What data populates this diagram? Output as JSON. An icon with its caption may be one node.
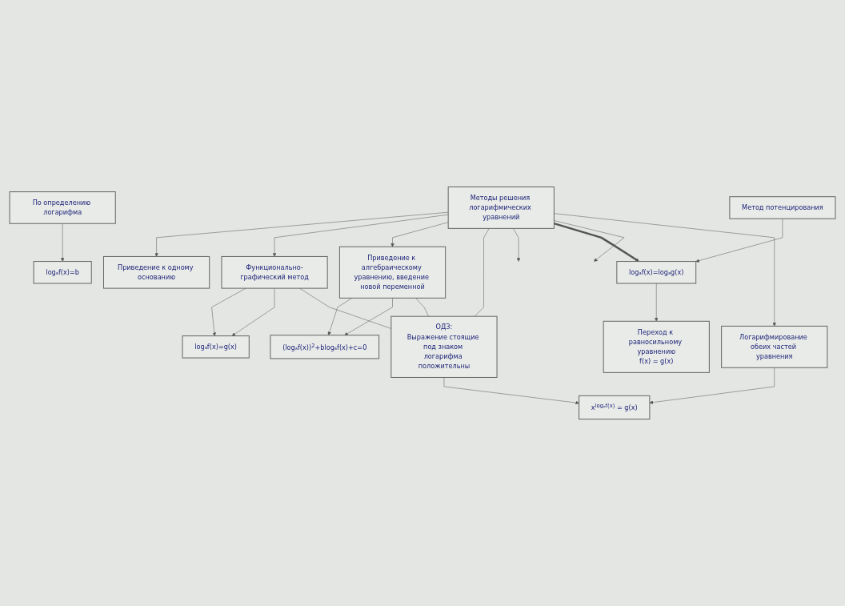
{
  "diagram": {
    "nodes": [
      {
        "text": [
          "По определению логарифма"
        ]
      },
      {
        "text": [
          "logₐf(x)=b"
        ]
      },
      {
        "text": [
          "x$^{logₐf(x)}$ = g(x)"
        ]
      },
      {
        "text": [
          "Логарифмирование обеих частей уравнения"
        ]
      },
      {
        "text": [
          "Метод потенцирования"
        ]
      },
      {
        "text": [
          "logₐf(x)=logₐg(x)"
        ]
      },
      {
        "text": [
          "Переход к равносильному уравнению",
          "f(x) = g(x)"
        ]
      },
      {
        "text": [
          "Методы решения логарифмических уравнений"
        ]
      },
      {
        "text": [
          "ОДЗ:",
          "Выражение стоящие под знаком логарифма положительны"
        ]
      },
      {
        "text": [
          "Приведение к одному основанию"
        ]
      },
      {
        "text": [
          "Функционально-графический метод"
        ]
      },
      {
        "text": [
          "Приведение к алгебраическому уравнению, введение новой переменной"
        ]
      },
      {
        "text": [
          "logₐf(x)=g(x)"
        ]
      },
      {
        "text": [
          "(logₐf(x))$^{2}$+blogₐf(x)+c=0"
        ]
      }
    ],
    "edges": [
      {
        "from": 0,
        "to": 1,
        "arrow": "to"
      },
      {
        "from": 3,
        "to": 2,
        "arrow": "to"
      },
      {
        "from": 4,
        "to": 5,
        "arrow": "to"
      },
      {
        "from": 5,
        "to": 6,
        "arrow": "to"
      },
      {
        "from": 7,
        "to": 3,
        "arrow": "to"
      },
      {
        "from": 7,
        "to": null,
        "arrow": "to"
      },
      {
        "from": 8,
        "to": 2,
        "arrow": "to"
      },
      {
        "from": 7,
        "to": 5,
        "arrow": "to",
        "style": "thick"
      },
      {
        "from": 7,
        "to": null,
        "arrow": "to"
      },
      {
        "from": 8,
        "to": 7,
        "arrow": "none"
      },
      {
        "from": 7,
        "to": 11,
        "arrow": "to"
      },
      {
        "from": 7,
        "to": 10,
        "arrow": "to"
      },
      {
        "from": 7,
        "to": 9,
        "arrow": "to"
      },
      {
        "from": 8,
        "to": 11,
        "arrow": "none"
      },
      {
        "from": 8,
        "to": 10,
        "arrow": "none"
      },
      {
        "from": 10,
        "to": 12,
        "arrow": "to"
      },
      {
        "from": 10,
        "to": 12,
        "arrow": "to"
      },
      {
        "from": 11,
        "to": 13,
        "arrow": "to"
      },
      {
        "from": 11,
        "to": 13,
        "arrow": "to"
      }
    ]
  }
}
